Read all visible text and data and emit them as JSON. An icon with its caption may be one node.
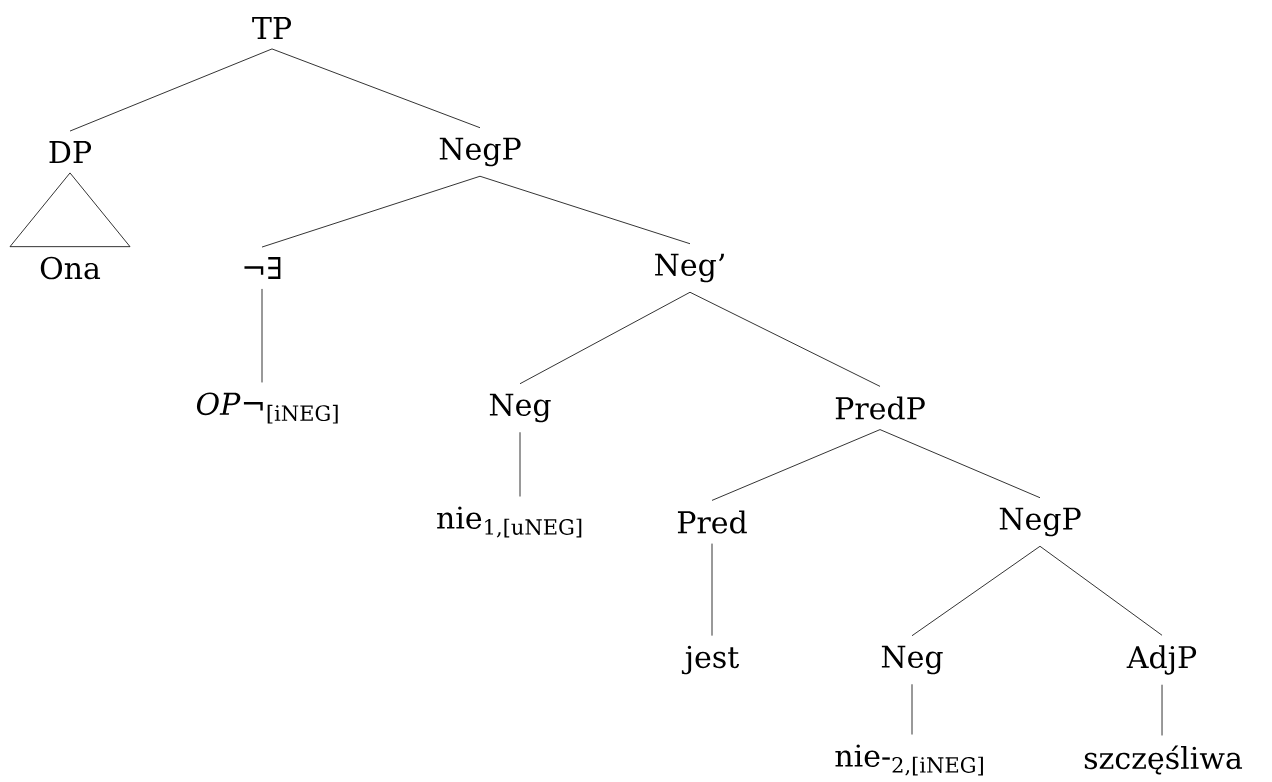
{
  "diagram": {
    "nodes": [
      {
        "text": [
          "TP"
        ]
      },
      {
        "text": [
          "DP"
        ]
      },
      {
        "text": [
          "NegP"
        ]
      },
      {
        "text": [
          "Ona"
        ]
      },
      {
        "text": [
          "¬∃"
        ]
      },
      {
        "text": [
          "Neg’"
        ]
      },
      {
        "text": [
          "*OP*¬$_{[iNEG]}$"
        ]
      },
      {
        "text": [
          "Neg"
        ]
      },
      {
        "text": [
          "PredP"
        ]
      },
      {
        "text": [
          "nie$_{1,[uNEG]}$"
        ]
      },
      {
        "text": [
          "Pred"
        ]
      },
      {
        "text": [
          "NegP"
        ]
      },
      {
        "text": [
          "jest"
        ]
      },
      {
        "text": [
          "Neg"
        ]
      },
      {
        "text": [
          "AdjP"
        ]
      },
      {
        "text": [
          "nie-$_{2,[iNEG]}$"
        ]
      },
      {
        "text": [
          "szczęśliwa"
        ]
      }
    ],
    "edges": [
      {
        "from": 0,
        "to": 1,
        "arrow": "none"
      },
      {
        "from": 0,
        "to": 2,
        "arrow": "none"
      },
      {
        "from": 1,
        "to": 3,
        "arrow": "none"
      },
      {
        "from": 2,
        "to": 4,
        "arrow": "none"
      },
      {
        "from": 2,
        "to": 5,
        "arrow": "none"
      },
      {
        "from": 4,
        "to": 6,
        "arrow": "none"
      },
      {
        "from": 5,
        "to": 7,
        "arrow": "none"
      },
      {
        "from": 5,
        "to": 8,
        "arrow": "none"
      },
      {
        "from": 7,
        "to": 9,
        "arrow": "none"
      },
      {
        "from": 8,
        "to": 10,
        "arrow": "none"
      },
      {
        "from": 8,
        "to": 11,
        "arrow": "none"
      },
      {
        "from": 10,
        "to": 12,
        "arrow": "none"
      },
      {
        "from": 11,
        "to": 13,
        "arrow": "none"
      },
      {
        "from": 11,
        "to": 14,
        "arrow": "none"
      },
      {
        "from": 13,
        "to": 15,
        "arrow": "none"
      },
      {
        "from": 14,
        "to": 16,
        "arrow": "none"
      }
    ]
  }
}
